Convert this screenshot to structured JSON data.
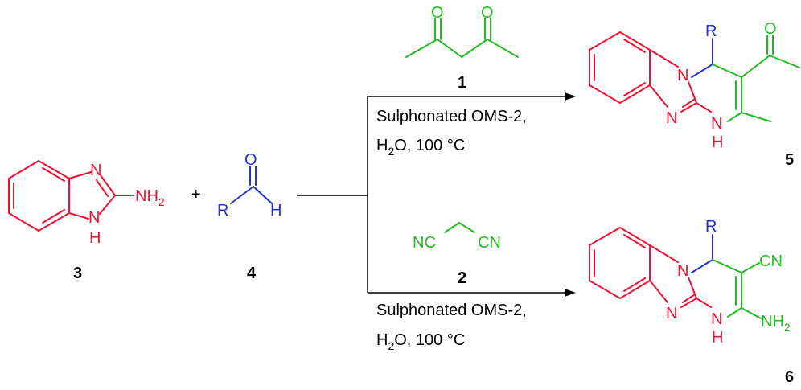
{
  "colors": {
    "red": "#ee1133",
    "green": "#22bb22",
    "blue": "#2233cc",
    "black": "#000000"
  },
  "compounds": {
    "c1": {
      "number": "1"
    },
    "c2": {
      "number": "2",
      "left": "NC",
      "right": "CN"
    },
    "c3": {
      "number": "3",
      "n_top": "N",
      "nh2_main": "NH",
      "nh2_sub": "2",
      "nh_bottom": "NH_split",
      "nh_n": "N",
      "nh_h": "H"
    },
    "c4": {
      "number": "4",
      "o": "O",
      "r": "R",
      "h": "H"
    },
    "c5": {
      "number": "5",
      "r": "R",
      "o": "O",
      "n_ring": "N",
      "n_imine": "N",
      "nh_n": "N",
      "nh_h": "H"
    },
    "c6": {
      "number": "6",
      "r": "R",
      "cn": "CN",
      "n_ring": "N",
      "n_imine": "N",
      "nh_n": "N",
      "nh_h": "H",
      "nh2_main": "NH",
      "nh2_sub": "2"
    }
  },
  "conditions": {
    "top": {
      "line1": "Sulphonated OMS-2,",
      "line2_a": "H",
      "line2_sub": "2",
      "line2_b": "O, 100 °C"
    },
    "bottom": {
      "line1": "Sulphonated OMS-2,",
      "line2_a": "H",
      "line2_sub": "2",
      "line2_b": "O, 100 °C"
    }
  },
  "plus": "+"
}
